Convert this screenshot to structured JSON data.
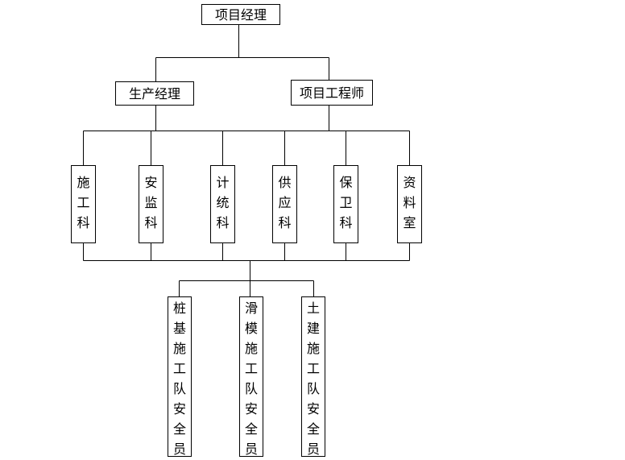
{
  "diagram": {
    "root": "项目经理",
    "level2": [
      "生产经理",
      "项目工程师"
    ],
    "departments": [
      "施工科",
      "安监科",
      "计统科",
      "供应科",
      "保卫科",
      "资料室"
    ],
    "teams": [
      "桩基施工队安全员",
      "滑模施工队安全员",
      "土建施工队安全员"
    ]
  }
}
